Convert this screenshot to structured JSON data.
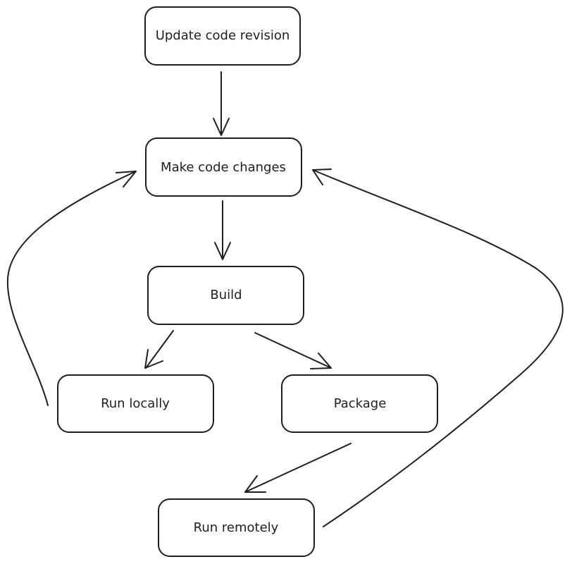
{
  "diagram": {
    "nodes": [
      {
        "id": "update",
        "label": "Update code revision"
      },
      {
        "id": "make",
        "label": "Make code changes"
      },
      {
        "id": "build",
        "label": "Build"
      },
      {
        "id": "run_local",
        "label": "Run locally"
      },
      {
        "id": "package",
        "label": "Package"
      },
      {
        "id": "run_remote",
        "label": "Run remotely"
      }
    ],
    "edges": [
      {
        "from": "update",
        "to": "make"
      },
      {
        "from": "make",
        "to": "build"
      },
      {
        "from": "build",
        "to": "run_local"
      },
      {
        "from": "build",
        "to": "package"
      },
      {
        "from": "package",
        "to": "run_remote"
      },
      {
        "from": "run_local",
        "to": "make"
      },
      {
        "from": "run_remote",
        "to": "make"
      }
    ],
    "colors": {
      "stroke": "#1e1e1e",
      "background": "#ffffff"
    }
  }
}
